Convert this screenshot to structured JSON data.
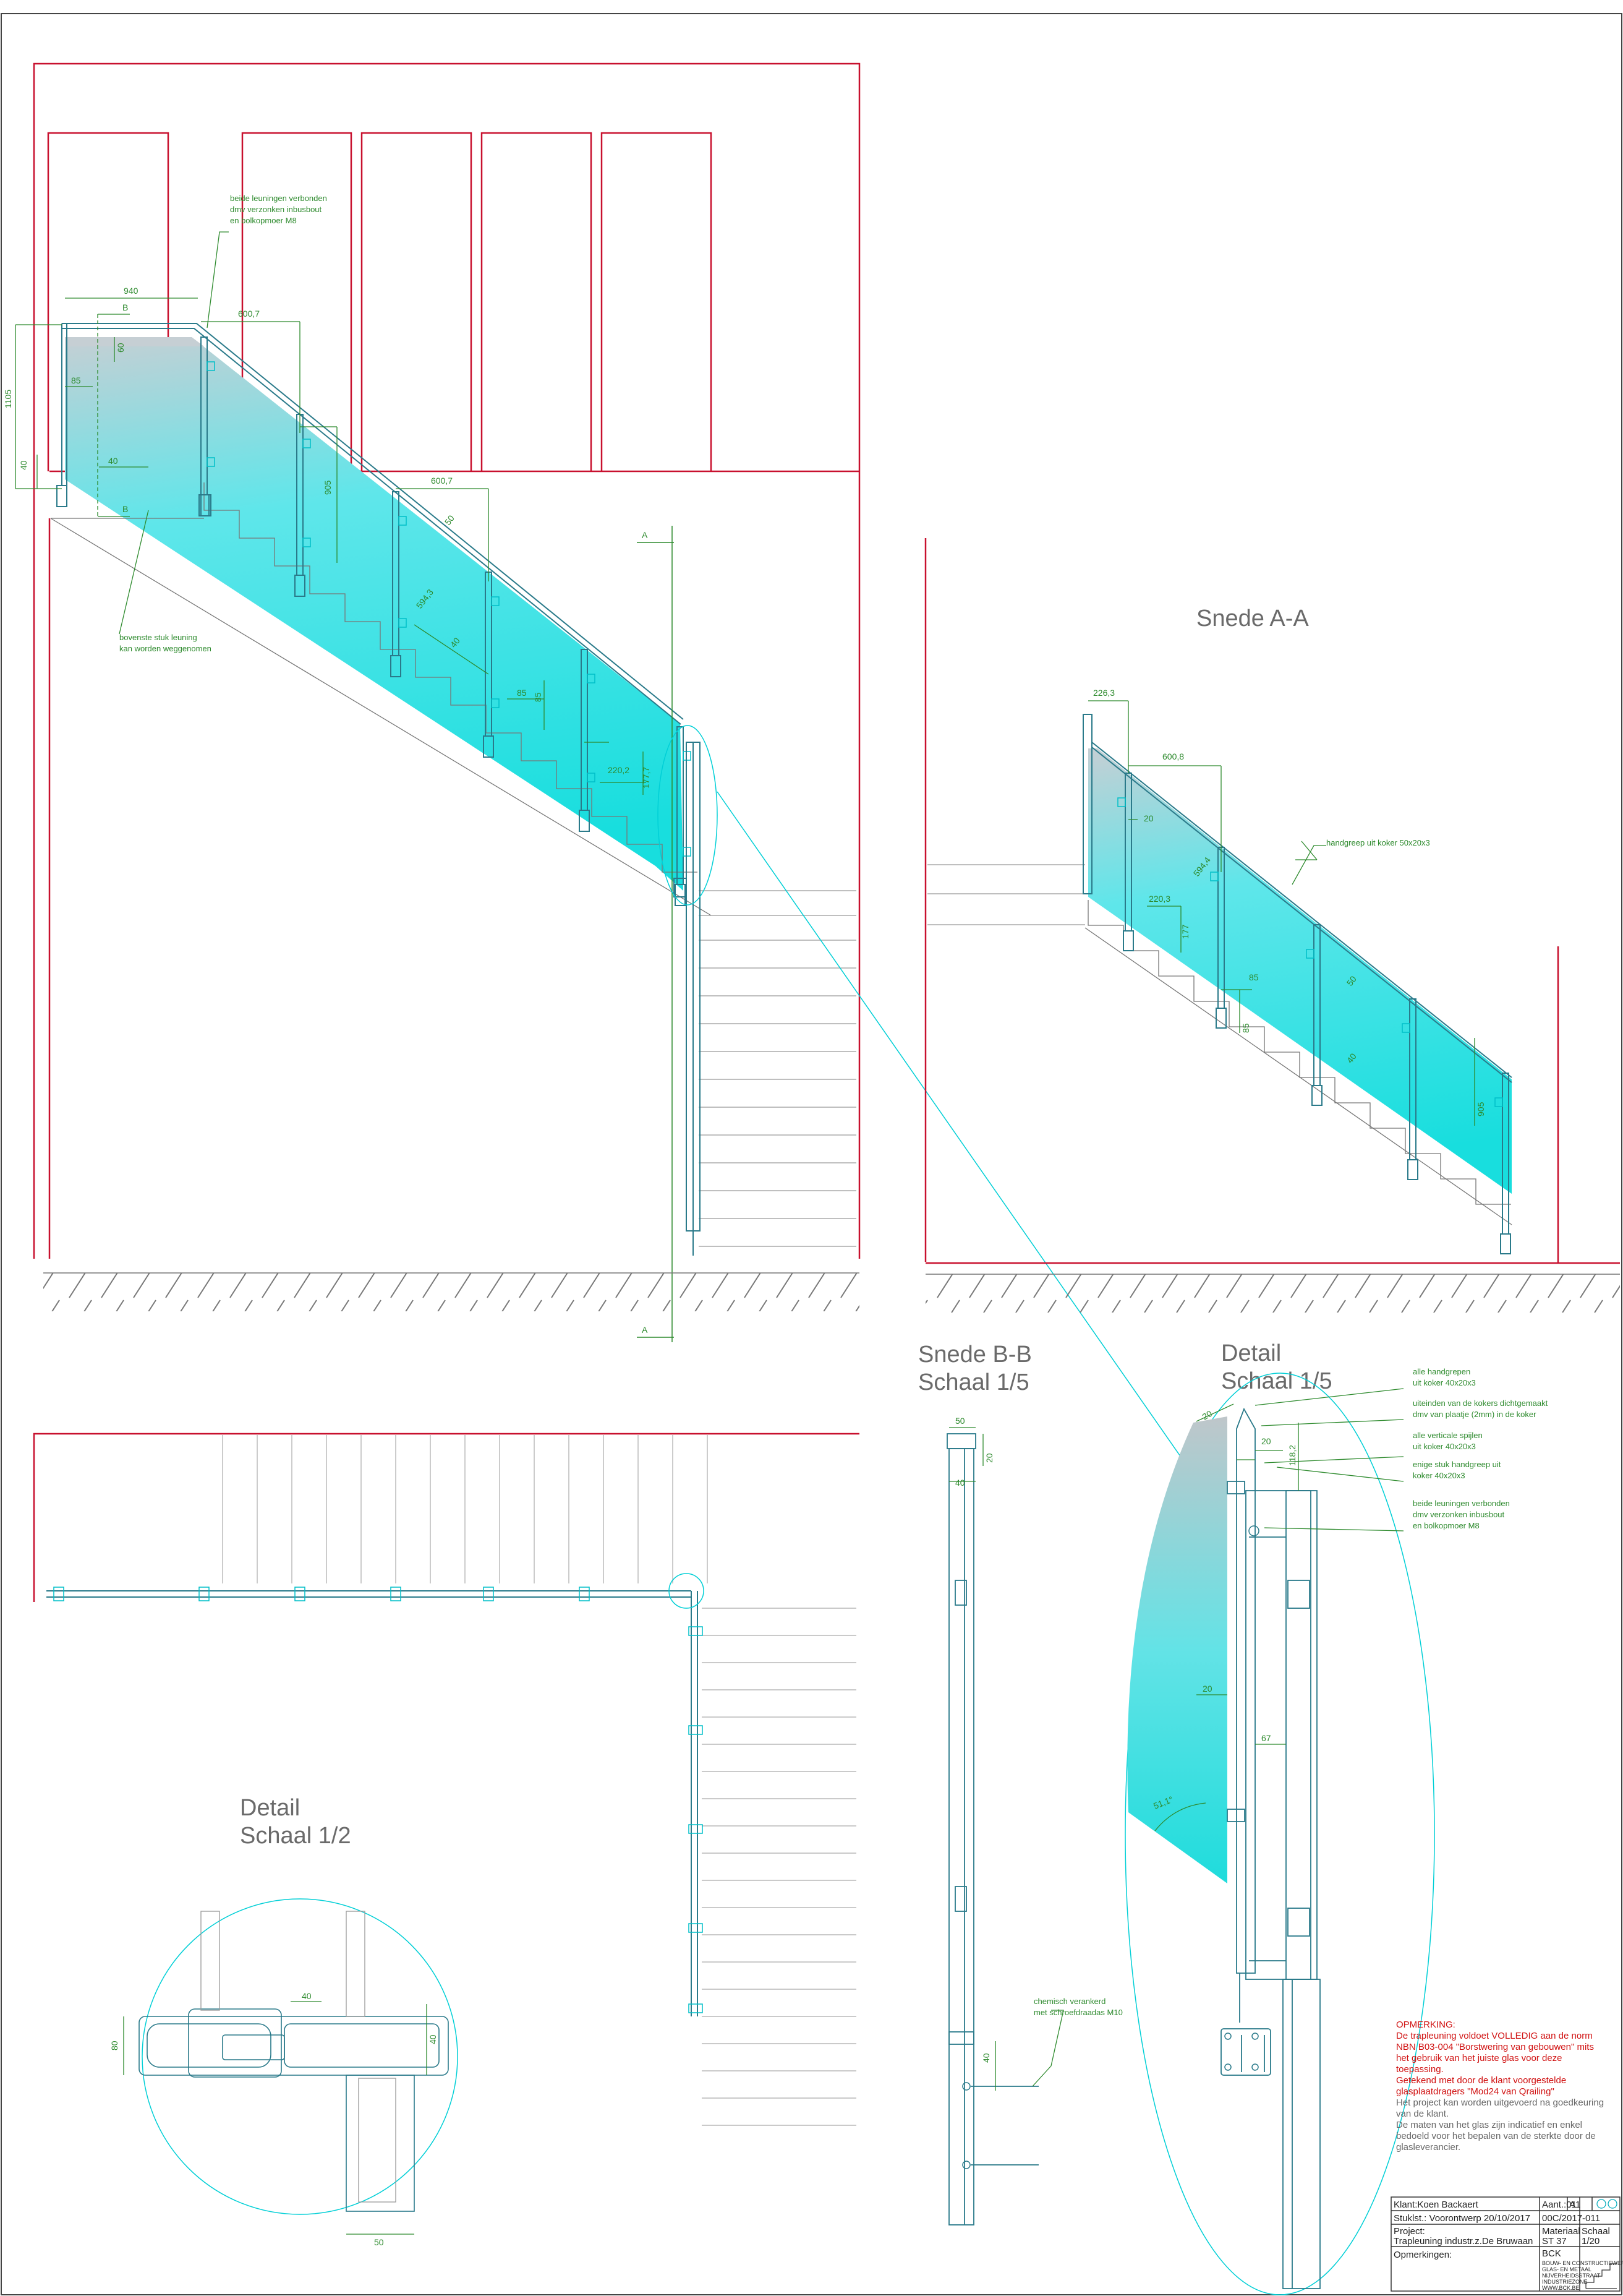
{
  "colors": {
    "wall": "#c8102e",
    "glass": "#00e0e0",
    "dimension": "#2d8a2d",
    "title_gray": "#6a6a6a",
    "steel": "#2a7a8a",
    "remark_red": "#d01010"
  },
  "views": {
    "section_aa": "Snede A-A",
    "section_bb_title": "Snede B-B",
    "section_bb_scale": "Schaal 1/5",
    "detail_right_title": "Detail",
    "detail_right_scale": "Schaal 1/5",
    "detail_left_title": "Detail",
    "detail_left_scale": "Schaal 1/2",
    "cut_a_top": "A",
    "cut_a_bottom": "A",
    "cut_b_top": "B",
    "cut_b_bottom": "B"
  },
  "main_notes": {
    "bolt_connection": [
      "beide leuningen verbonden",
      "dmv verzonken inbusbout",
      "en bolkopmoer M8"
    ],
    "removable_top": [
      "bovenste stuk leuning",
      "kan worden weggenomen"
    ]
  },
  "main_dims": {
    "width_940": "940",
    "height_1105": "1105",
    "d_40_left": "40",
    "d_85_left": "85",
    "d_60": "60",
    "d_40_mid": "40",
    "d_600_7_top": "600,7",
    "d_600_7_mid": "600,7",
    "d_905": "905",
    "d_50": "50",
    "d_594_3": "594,3",
    "d_40_slope": "40",
    "d_85_a": "85",
    "d_85_b": "85",
    "d_220_2": "220,2",
    "d_177_7": "177,7"
  },
  "aa_notes": {
    "handrail": "handgreep uit koker 50x20x3"
  },
  "aa_dims": {
    "d_226_3": "226,3",
    "d_600_8": "600,8",
    "d_20": "20",
    "d_594_4": "594,4",
    "d_220_3": "220,3",
    "d_177": "177",
    "d_85_a": "85",
    "d_85_b": "85",
    "d_50": "50",
    "d_40": "40",
    "d_905": "905"
  },
  "bb_dims": {
    "d_50": "50",
    "d_20": "20",
    "d_40_top": "40",
    "d_40_bottom": "40"
  },
  "bb_notes": {
    "anchor": [
      "chemisch verankerd",
      "met schroefdraadas M10"
    ]
  },
  "detail15_notes": {
    "n1": [
      "alle handgrepen",
      "uit koker 40x20x3"
    ],
    "n2": [
      "uiteinden van de kokers dichtgemaakt",
      "dmv van plaatje (2mm) in de koker"
    ],
    "n3": [
      "alle verticale spijlen",
      "uit koker 40x20x3"
    ],
    "n4": [
      "enige stuk handgreep uit",
      "koker 40x20x3"
    ],
    "n5": [
      "beide leuningen verbonden",
      "dmv verzonken inbusbout",
      "en bolkopmoer M8"
    ]
  },
  "detail15_dims": {
    "d_20_top": "20",
    "d_20_b": "20",
    "d_118_2": "118,2",
    "d_20_mid": "20",
    "d_67": "67",
    "angle": "51,1°"
  },
  "detail12_dims": {
    "d_80": "80",
    "d_40_top": "40",
    "d_40_right": "40",
    "d_50": "50"
  },
  "remark": {
    "title": "OPMERKING:",
    "red_lines": [
      "De trapleuning voldoet VOLLEDIG aan de norm",
      "NBN B03-004 \"Borstwering van gebouwen\" mits",
      "het gebruik van het juiste glas voor deze",
      "toepassing.",
      "Getekend met door de klant voorgestelde",
      "glasplaatdragers \"Mod24 van Qrailing\""
    ],
    "gray_lines": [
      "Het project kan worden uitgevoerd na goedkeuring",
      "van de klant.",
      "De maten van het glas zijn indicatief en enkel",
      "bedoeld voor het bepalen van de sterkte door de",
      "glasleverancier."
    ]
  },
  "title_block": {
    "client": "Klant:Koen Backaert",
    "count": "Aant.:01",
    "sheet": "A1",
    "stuklijst": "Stuklst.: Voorontwerp 20/10/2017",
    "number": "00C/2017-011",
    "project_label": "Project:",
    "project_name": "Trapleuning industr.z.De Bruwaan",
    "material_label": "Materiaal",
    "material_value": "ST 37",
    "scale_label": "Schaal",
    "scale_value": "1/20",
    "remarks_label": "Opmerkingen:",
    "company": "BCK",
    "company_sub": [
      "BOUW- EN CONSTRUCTIEWERK",
      "GLAS- EN METAAL",
      "NIJVERHEIDSSTRAAT",
      "INDUSTRIEZONE",
      "WWW.BCK.BE"
    ]
  }
}
